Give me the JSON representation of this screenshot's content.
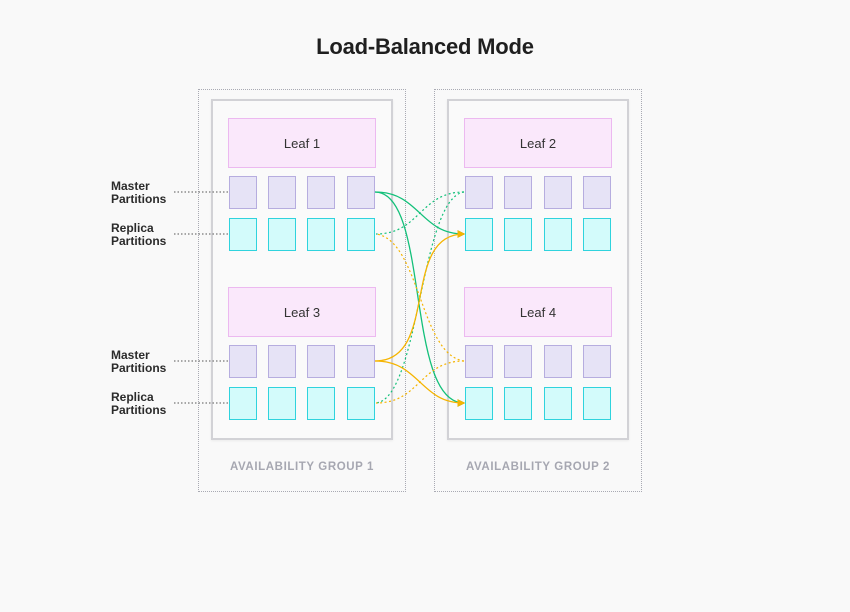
{
  "title": "Load-Balanced Mode",
  "groups": [
    {
      "label": "AVAILABILITY GROUP 1"
    },
    {
      "label": "AVAILABILITY GROUP 2"
    }
  ],
  "leaves": [
    {
      "label": "Leaf 1"
    },
    {
      "label": "Leaf 2"
    },
    {
      "label": "Leaf 3"
    },
    {
      "label": "Leaf 4"
    }
  ],
  "side_labels": {
    "master": [
      "Master",
      "Partitions"
    ],
    "replica": [
      "Replica",
      "Partitions"
    ]
  },
  "colors": {
    "green_link": "#13c07a",
    "orange_link": "#f5b400",
    "leaf_fill": "#fae8fb",
    "master_fill": "#e6e3f6",
    "replica_fill": "#d3fbfb"
  }
}
